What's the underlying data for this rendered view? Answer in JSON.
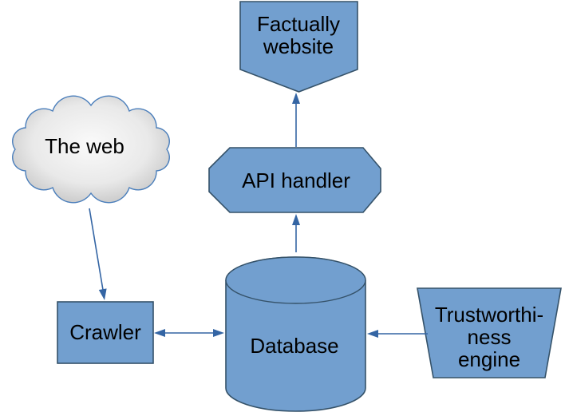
{
  "diagram": {
    "description": "System architecture flow diagram",
    "colors": {
      "node_fill": "#729fcf",
      "node_border": "#355269",
      "arrow": "#3465a4",
      "cloud_border": "#4a7ebb",
      "cloud_fill_center": "#fafafa",
      "cloud_fill_edge": "#b9b9b9",
      "text": "#000000",
      "background": "#ffffff"
    },
    "nodes": {
      "web": {
        "shape": "cloud",
        "label": "The web"
      },
      "website": {
        "shape": "pentagon-down",
        "label_line1": "Factually",
        "label_line2": "website"
      },
      "api": {
        "shape": "octagon",
        "label": "API handler"
      },
      "database": {
        "shape": "cylinder",
        "label": "Database"
      },
      "crawler": {
        "shape": "rectangle",
        "label": "Crawler"
      },
      "trust": {
        "shape": "inverted-trapezoid",
        "label_line1": "Trustworthi-",
        "label_line2": "ness",
        "label_line3": "engine"
      }
    },
    "edges": [
      {
        "from": "web",
        "to": "crawler",
        "direction": "one-way"
      },
      {
        "from": "crawler",
        "to": "database",
        "direction": "two-way"
      },
      {
        "from": "database",
        "to": "api",
        "direction": "one-way"
      },
      {
        "from": "api",
        "to": "website",
        "direction": "one-way"
      },
      {
        "from": "trust",
        "to": "database",
        "direction": "one-way"
      }
    ]
  }
}
